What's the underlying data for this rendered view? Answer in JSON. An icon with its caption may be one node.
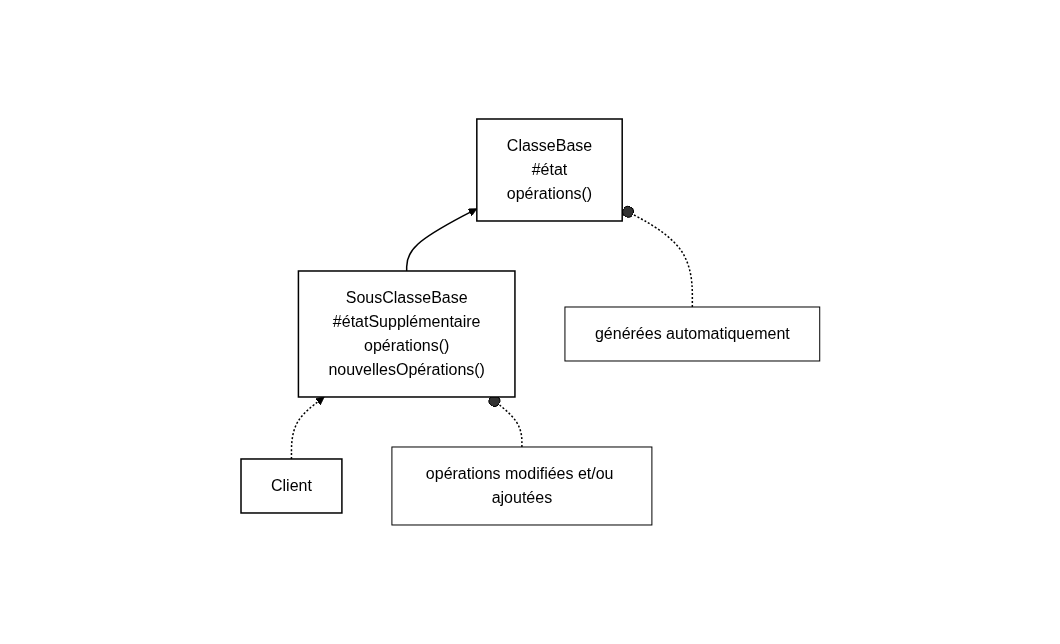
{
  "diagram": {
    "nodes": [
      {
        "text": [
          "ClasseBase",
          "#état",
          "opérations()"
        ]
      },
      {
        "text": [
          "générées automatiquement"
        ]
      },
      {
        "text": [
          "SousClasseBase",
          "#étatSupplémentaire",
          "opérations()",
          "nouvellesOpérations()"
        ]
      },
      {
        "text": [
          "Client"
        ]
      },
      {
        "text": [
          "opérations modifiées et/ou ajoutées"
        ]
      }
    ],
    "edges": [
      {
        "from": 2,
        "to": 0,
        "arrow": "to"
      },
      {
        "from": 1,
        "to": 0,
        "arrow": "other",
        "style": "dashed"
      },
      {
        "from": 3,
        "to": 2,
        "arrow": "to",
        "style": "dashed"
      },
      {
        "from": 4,
        "to": 2,
        "arrow": "other",
        "style": "dashed"
      }
    ]
  }
}
